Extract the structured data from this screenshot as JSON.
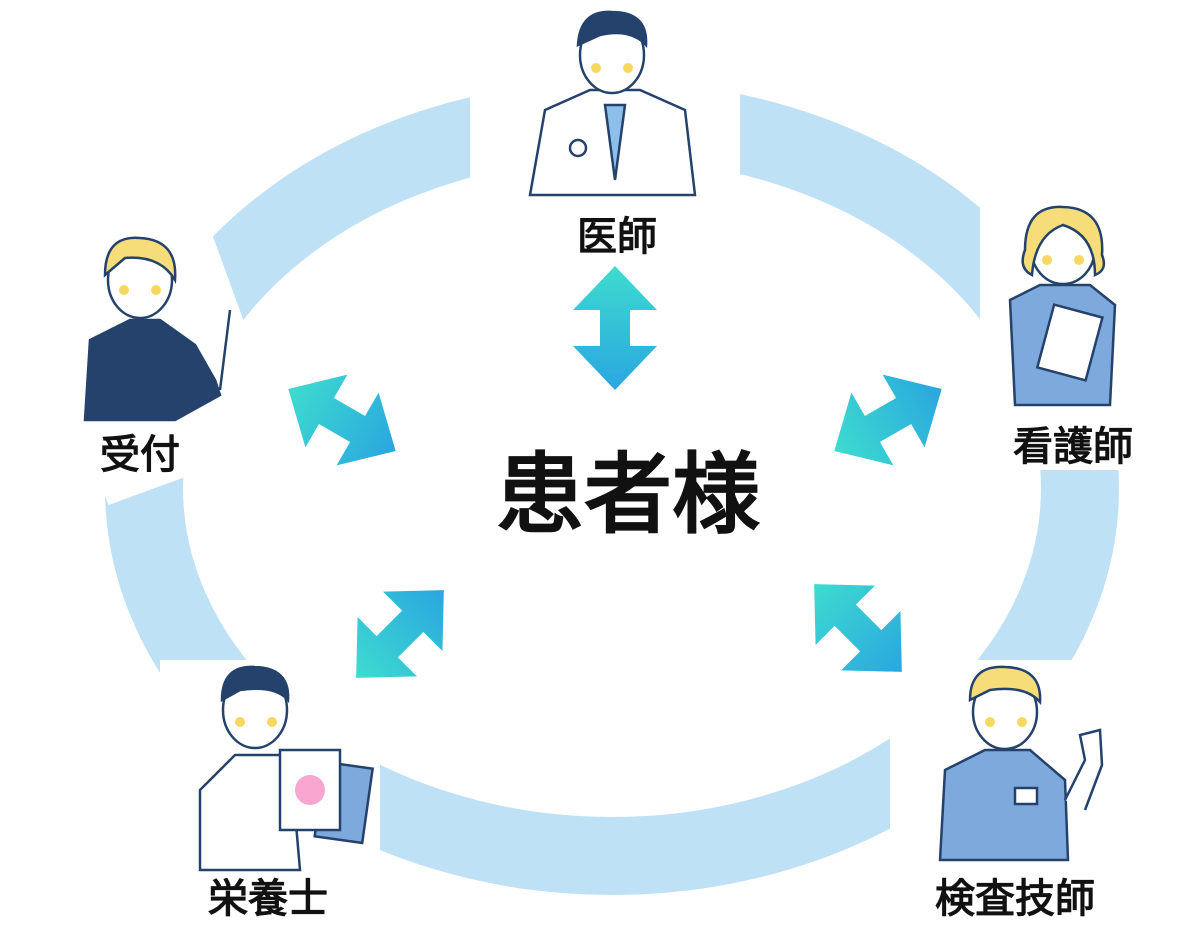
{
  "center": {
    "label": "患者様"
  },
  "roles": [
    {
      "id": "doctor",
      "label": "医師"
    },
    {
      "id": "nurse",
      "label": "看護師"
    },
    {
      "id": "technician",
      "label": "検査技師"
    },
    {
      "id": "dietitian",
      "label": "栄養士"
    },
    {
      "id": "reception",
      "label": "受付"
    }
  ],
  "colors": {
    "ring": "#bfe1f5",
    "arrow_start": "#3ddccf",
    "arrow_end": "#2aa6e0",
    "navy": "#24426b",
    "scrub_blue": "#7ea9dc",
    "hair_yellow": "#f7dc7a",
    "cheek": "#f6d860"
  }
}
